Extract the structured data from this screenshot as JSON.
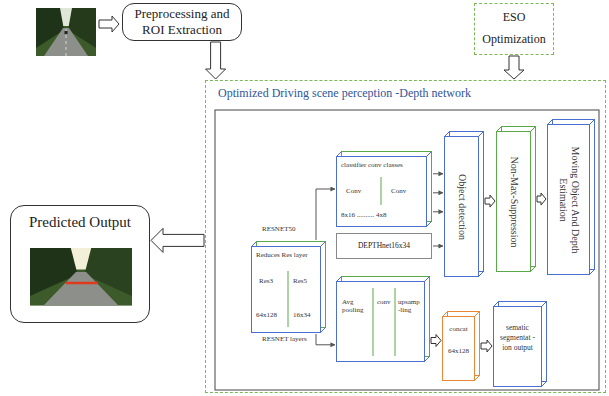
{
  "diagram": {
    "nodes": [
      {
        "text": [
          "Preprocessing and ROI Extraction"
        ]
      },
      {
        "text": [
          "ESO Optimization"
        ]
      },
      {
        "text": [
          "Optimized Driving scene perception -Depth network"
        ]
      },
      {
        "text": [
          "Reduces Res layer",
          "Res3",
          "Res5",
          "64x128",
          "16x34"
        ],
        "in": 2
      },
      {
        "text": [
          "classifier conv classes",
          "Conv",
          "Conv",
          "8x16 .......... 4x8"
        ],
        "in": 2
      },
      {
        "text": [
          "DEPTHnet16x34"
        ],
        "in": 2
      },
      {
        "text": [
          "Avg pooling",
          "conv",
          "upsamp -ling"
        ],
        "in": 2
      },
      {
        "text": [
          "Object detection"
        ],
        "in": 2
      },
      {
        "text": [
          "Non-Max-Suppression"
        ],
        "in": 2
      },
      {
        "text": [
          "Moving Object And Depth Estimation"
        ],
        "in": 2
      },
      {
        "text": [
          "concat",
          "64x128"
        ],
        "in": 2
      },
      {
        "text": [
          "sematic segmentat -ion output"
        ],
        "in": 2
      },
      {
        "text": [
          "Predicted Output"
        ]
      }
    ],
    "edges": [
      {
        "from": 0,
        "to": 2,
        "arrow": "to"
      },
      {
        "from": 1,
        "to": 2,
        "arrow": "to"
      },
      {
        "from": 2,
        "to": 12,
        "arrow": "to"
      },
      {
        "from": 3,
        "to": 4,
        "arrow": "to"
      },
      {
        "from": 3,
        "to": 6,
        "arrow": "to"
      },
      {
        "from": 4,
        "to": 7,
        "arrow": "to"
      },
      {
        "from": 4,
        "to": 7,
        "arrow": "to"
      },
      {
        "from": 4,
        "to": 7,
        "arrow": "to"
      },
      {
        "from": 5,
        "to": 7,
        "arrow": "to"
      },
      {
        "from": 7,
        "to": 8,
        "arrow": "to"
      },
      {
        "from": 8,
        "to": 9,
        "arrow": "to"
      },
      {
        "from": 6,
        "to": 10,
        "arrow": "to"
      },
      {
        "from": 10,
        "to": 11,
        "arrow": "to"
      }
    ],
    "labels": [
      "RESNET50",
      "RESNET layers"
    ]
  }
}
